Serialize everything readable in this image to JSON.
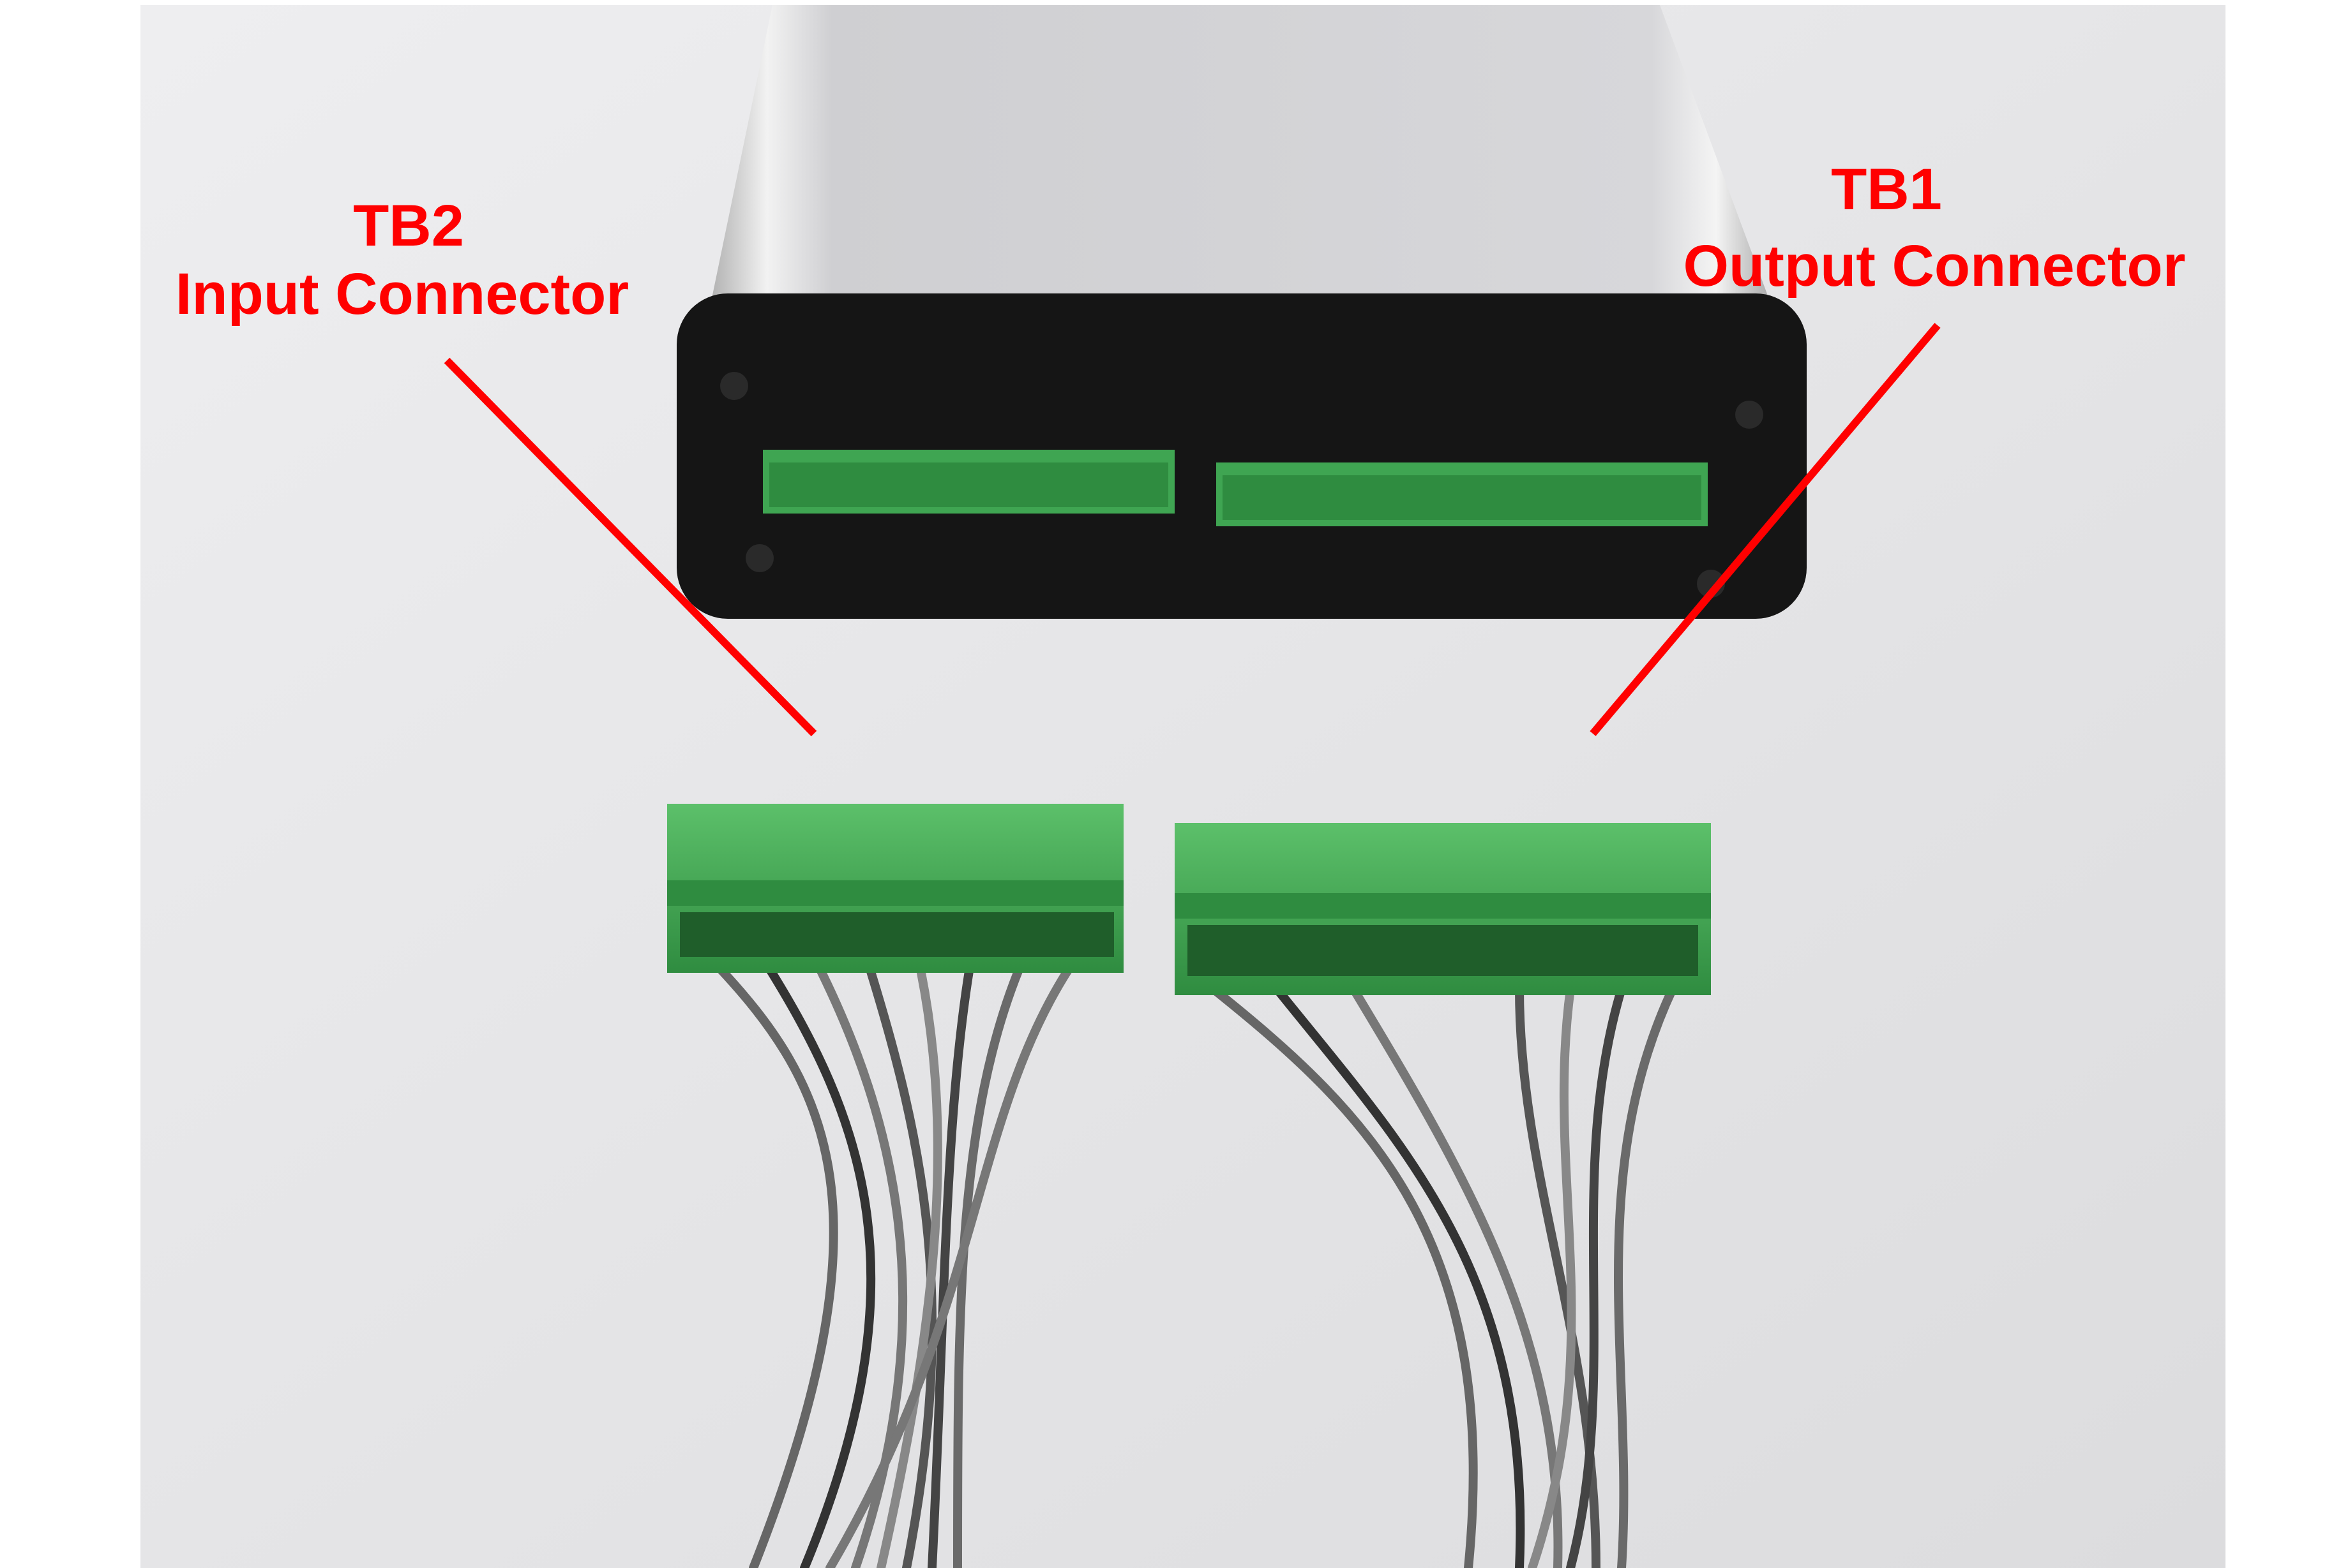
{
  "annotations": {
    "tb2": {
      "id": "TB2",
      "label": "Input Connector"
    },
    "tb1": {
      "id": "TB1",
      "label": "Output Connector"
    }
  },
  "colors": {
    "annotation": "#ff0000",
    "terminal_green": "#3fa552",
    "faceplate": "#151515",
    "background": "#e6e6e8"
  }
}
